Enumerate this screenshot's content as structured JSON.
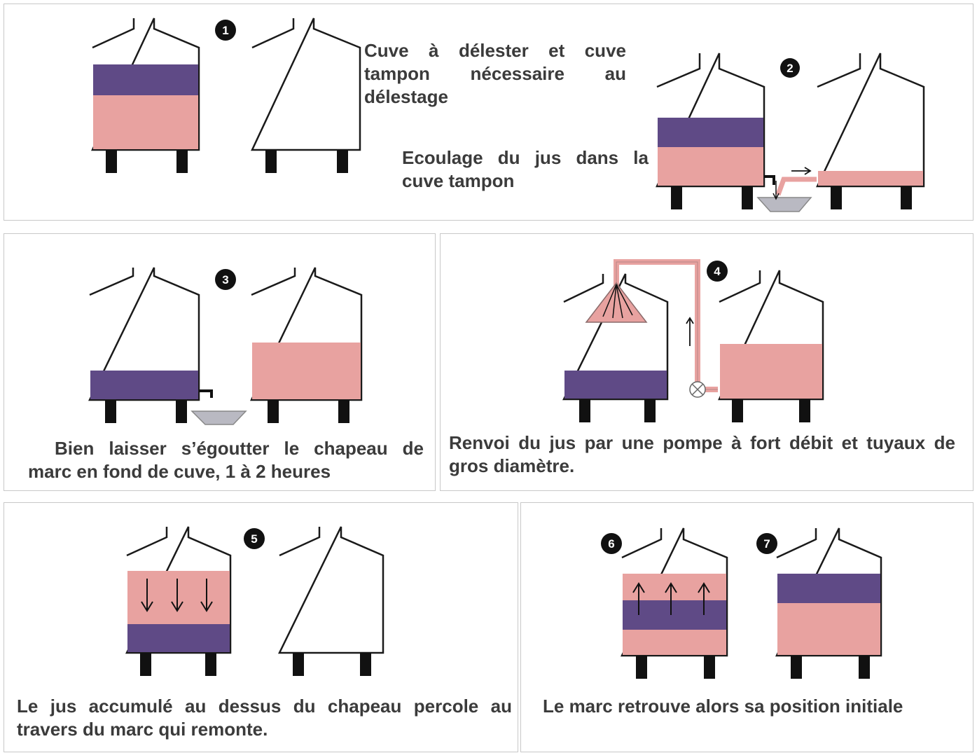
{
  "colors": {
    "juice": "#e8a2a0",
    "marc": "#5f4a86",
    "tank_stroke": "#1a1a1a",
    "text": "#3b3b3b",
    "panel_border": "#c8c8c8",
    "basin": "#b9b9c2"
  },
  "steps": [
    {
      "number": "1",
      "lines": [
        "Cuve à délester et cuve",
        "tampon nécessaire au",
        "délestage"
      ],
      "lines_b": [
        "Ecoulage du jus dans la",
        "cuve tampon"
      ]
    },
    {
      "number": "2"
    },
    {
      "number": "3",
      "lines": [
        "Bien laisser s’égoutter le chapeau de",
        "marc en fond de cuve, 1 à 2 heures"
      ]
    },
    {
      "number": "4",
      "lines": [
        "Renvoi du jus par une pompe à fort débit et tuyaux de",
        "gros diamètre."
      ]
    },
    {
      "number": "5",
      "lines": [
        "Le jus accumulé au dessus du chapeau percole au",
        "travers du marc qui remonte."
      ]
    },
    {
      "number": "6",
      "number_b": "7",
      "lines": [
        "Le marc retrouve alors sa position initiale"
      ]
    }
  ]
}
